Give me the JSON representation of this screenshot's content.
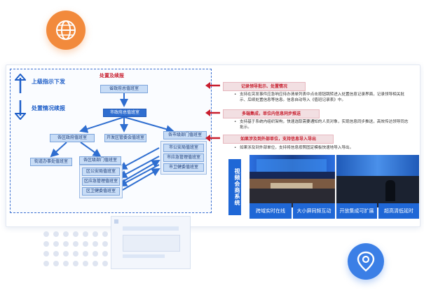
{
  "flow": {
    "up_label": "上级指示下发",
    "down_label": "处置情况续报",
    "section_title": "处置及续报",
    "province": "省政府总值班室",
    "city": "市政府总值班室",
    "district": "各区政府值班室",
    "kaifa": "开发区管委会值班室",
    "city_dept": "各市级部门值班室",
    "street": "街道办事处值班室",
    "district_dept": "各区级部门值班室",
    "district_dept_items": [
      "区公安局值班室",
      "区应急管理值班室",
      "区卫健委值班室"
    ],
    "city_dept_items": [
      "市公安局值班室",
      "市应急管理值班室",
      "市卫健委值班室"
    ]
  },
  "features": [
    {
      "tag": "记录领导批示、处置情况",
      "text": "支持在突发事件应急响应待办清单列表中点击按钮跳转进入处置信息记录界面，记录领导相关批示、后续处置信息等信息。信息自动导入《值班记录表》中。"
    },
    {
      "tag": "多端集成，单位内信息同步推送",
      "text": "支持基于系统内组织架构，快速选取需要通知的人员对象，实现信息同步推送，高效传达领导同志批示。"
    },
    {
      "tag": "如果涉及到外部单位，支持信息导入导出",
      "text": "如果涉及到外部单位，支持将信息按照固定模板快速地导入导出。"
    }
  ],
  "video": {
    "vertical_title": "视频会商系统",
    "buttons": [
      "跨域实时在线",
      "大小屏同频互动",
      "开放集成可扩展",
      "超高清低延时"
    ]
  },
  "colors": {
    "accent_blue": "#1f67d6",
    "accent_red": "#c81e2e",
    "globe_orange": "#f28a3c",
    "pin_blue": "#3b7fe6"
  },
  "icons": [
    "globe-icon",
    "location-pin-icon",
    "up-arrow-icon",
    "down-arrow-icon",
    "red-arrow-icon"
  ]
}
